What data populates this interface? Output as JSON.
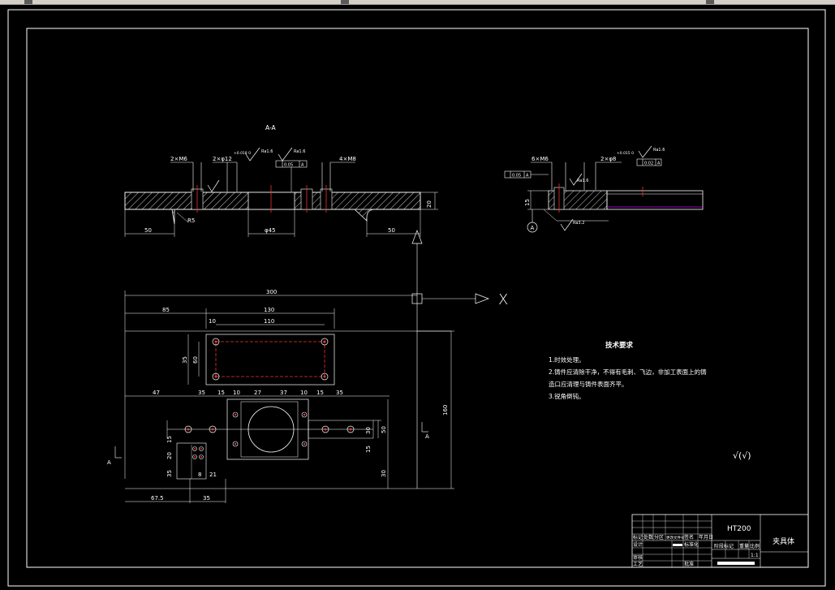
{
  "section_title": "A-A",
  "left_view": {
    "callouts": {
      "tap_left": "2×M6",
      "hole_pair": "2×φ12",
      "hole_tol": "+0.018 0",
      "rough": "Ra1.6",
      "flat_tol": "0.05",
      "flat_ref": "A",
      "tap_right": "4×M8"
    },
    "dims": {
      "left": "50",
      "right": "50",
      "center": "φ45",
      "radius": "R5",
      "thickness": "20"
    }
  },
  "right_view": {
    "callouts": {
      "tap": "6×M6",
      "hole": "2×φ8",
      "hole_tol": "+0.015 0",
      "rough": "Ra1.6",
      "tol_left": "0.05",
      "tol_left_ref": "A",
      "tol_right": "0.02",
      "tol_right_ref": "A",
      "depth": "15",
      "datum": "A",
      "rough_bottom": "Ra3.2"
    }
  },
  "plan_view": {
    "dims": {
      "overall": "300",
      "offset_85": "85",
      "slot_len": "130",
      "inner_110": "110",
      "small_10": "10",
      "slot_h1": "35",
      "slot_h2": "60",
      "height": "160",
      "d47": "47",
      "d35a": "35",
      "d15a": "15",
      "d10a": "10",
      "d27": "27",
      "d37": "37",
      "d10b": "10",
      "d15b": "15",
      "d35b": "35",
      "r30a": "30",
      "r50": "50",
      "r15": "15",
      "r30b": "30",
      "l15": "15",
      "l20": "20",
      "l35": "35",
      "b8": "8",
      "b21": "21",
      "b675": "67.5",
      "b35": "35"
    },
    "section_mark_left": "A",
    "section_mark_right": "A",
    "x_label": "X"
  },
  "notes": {
    "title": "技术要求",
    "items": [
      "1.时效处理。",
      "2.铸件应清除干净，不得有毛刺、飞边，非加工表面上的铸",
      "造口应清理与铸件表面齐平。",
      "3.锐角倒钝。"
    ]
  },
  "roughness_note": "√(√)",
  "title_block": {
    "material": "HT200",
    "part_name": "夹具体",
    "row_labels": {
      "label1": "标记",
      "label2": "处数",
      "label3": "分区",
      "label4": "更改文件号",
      "label5": "签名",
      "label6": "年月日",
      "design": "设计",
      "check": "审核",
      "approve": "批准",
      "std": "标准化",
      "process": "工艺",
      "stage": "阶段标记",
      "weight": "重量",
      "scale": "比例",
      "ratio": "1:1"
    }
  }
}
